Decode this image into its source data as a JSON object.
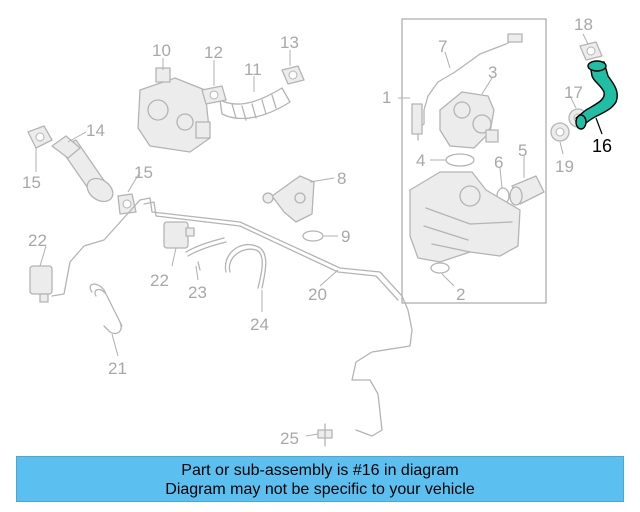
{
  "diagram": {
    "callouts": [
      "1",
      "2",
      "3",
      "4",
      "5",
      "6",
      "7",
      "8",
      "9",
      "10",
      "11",
      "12",
      "13",
      "14",
      "15",
      "15",
      "16",
      "17",
      "18",
      "19",
      "20",
      "21",
      "22",
      "22",
      "23",
      "24",
      "25"
    ],
    "highlighted_part": "16",
    "highlight_color": "#1fbfa6"
  },
  "banner": {
    "line1": "Part or sub-assembly is #16 in diagram",
    "line2": "Diagram may not be specific to your vehicle",
    "color": "#5bc0f0"
  }
}
